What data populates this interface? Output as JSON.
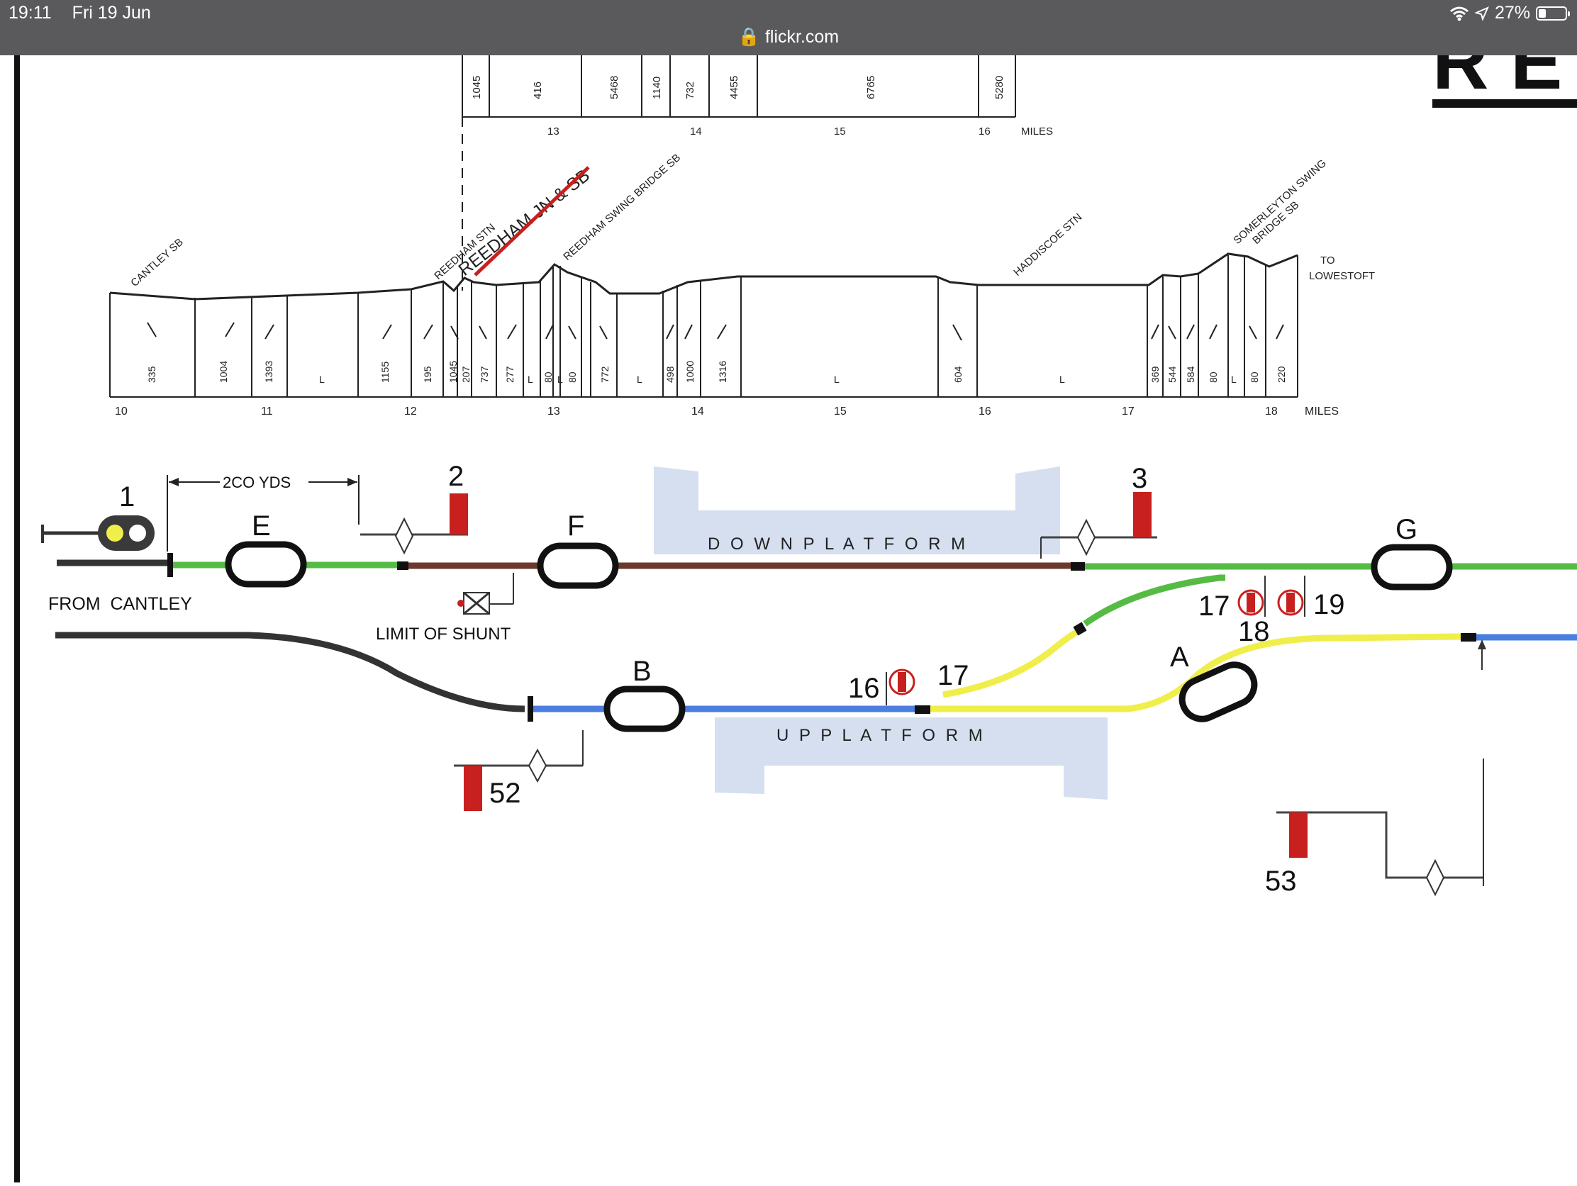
{
  "status_bar": {
    "time": "19:11",
    "date": "Fri 19 Jun",
    "url": "flickr.com",
    "battery": "27%",
    "battery_level": 0.27
  },
  "gradient_upper": {
    "values": [
      "1045",
      "416",
      "5468",
      "1140",
      "732",
      "4455",
      "6765",
      "5280"
    ],
    "miles": [
      "13",
      "14",
      "15",
      "16"
    ],
    "miles_label": "MILES"
  },
  "gradient_profile": {
    "places": [
      "CANTLEY SB",
      "REEDHAM STN",
      "REEDHAM JN & SB",
      "REEDHAM SWING BRIDGE SB",
      "HADDISCOE STN",
      "SOMERLEYTON SWING",
      "BRIDGE SB"
    ],
    "to_lowestoft": [
      "TO",
      "LOWESTOFT"
    ],
    "values": [
      "335",
      "1004",
      "1393",
      "L",
      "1155",
      "195",
      "1045",
      "207",
      "737",
      "277",
      "L",
      "80",
      "L",
      "80",
      "772",
      "L",
      "498",
      "1000",
      "1316",
      "L",
      "604",
      "L",
      "369",
      "544",
      "584",
      "80",
      "L",
      "80",
      "220"
    ],
    "miles": [
      "10",
      "11",
      "12",
      "13",
      "14",
      "15",
      "16",
      "17",
      "18"
    ],
    "miles_label": "MILES"
  },
  "track_diagram": {
    "distance_label": "2CO YDS",
    "from_label": "FROM  CANTLEY",
    "limit_of_shunt": "LIMIT  OF  SHUNT",
    "down_platform": "D O W N    P L A T F O R M",
    "up_platform": "U P    P L A T F O R M",
    "circuits": [
      "E",
      "F",
      "G",
      "B",
      "A"
    ],
    "signals": [
      "1",
      "2",
      "3",
      "52",
      "53",
      "16",
      "17",
      "17",
      "18",
      "19"
    ],
    "colors": {
      "green": "#55bb44",
      "brown": "#6b3a2e",
      "blue": "#4a7fe0",
      "yellow": "#f0ee4a",
      "red": "#c8201e",
      "platform": "#d5dff0"
    }
  },
  "header_fragment": "R E"
}
